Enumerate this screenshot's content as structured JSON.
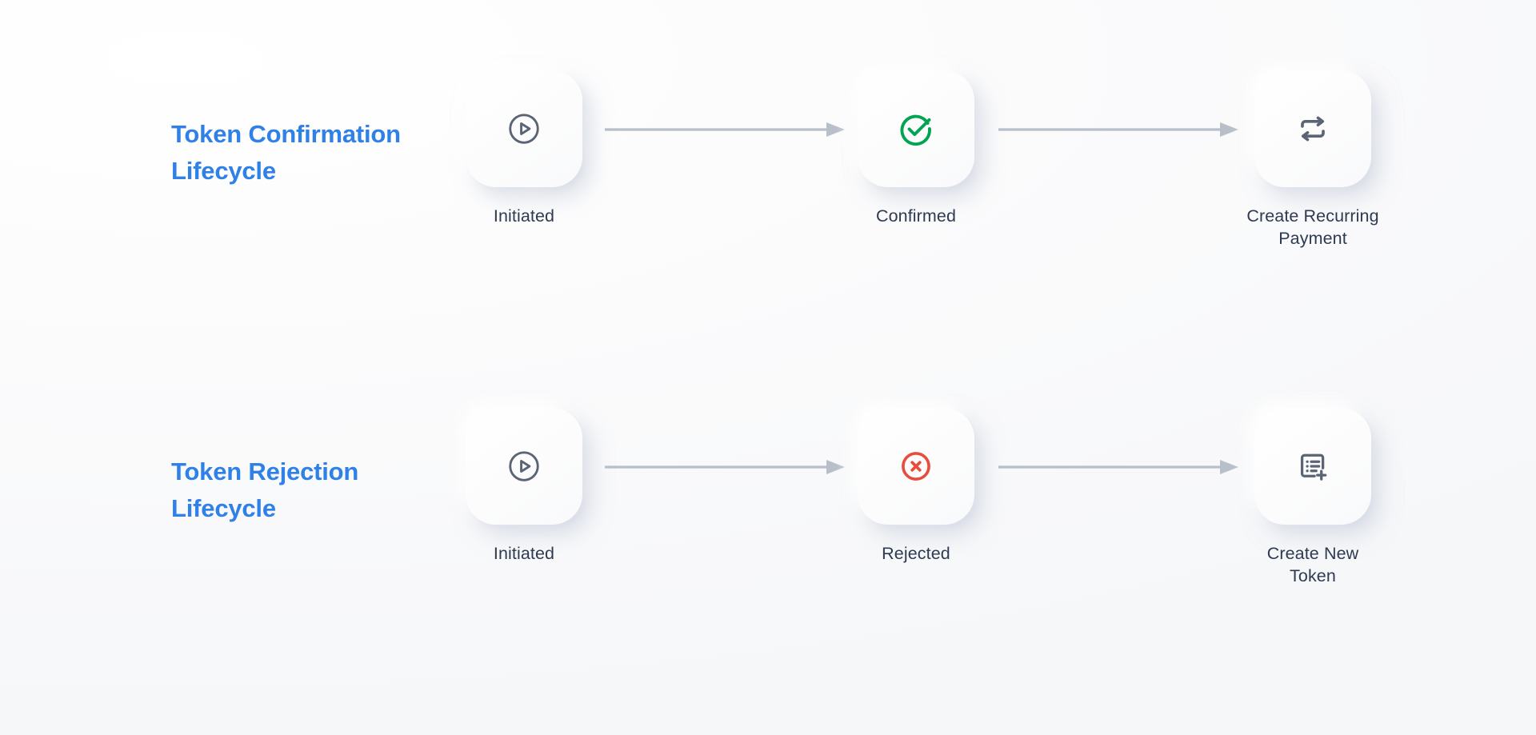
{
  "canvas": {
    "background_color": "#f8f9fa",
    "title_color": "#2f80e7",
    "label_color": "#2e3a50",
    "arrow_color": "#b8bfc9",
    "card_color": "#ffffff"
  },
  "flows": [
    {
      "id": "token-confirmation-lifecycle",
      "title": "Token\nConfirmation\nLifecycle",
      "stages": [
        {
          "icon": "play-circle-icon",
          "icon_color": "#5a6475",
          "label": "Initiated"
        },
        {
          "icon": "check-circle-icon",
          "icon_color": "#00a452",
          "label": "Confirmed"
        },
        {
          "icon": "repeat-icon",
          "icon_color": "#5a6475",
          "label": "Create Recurring\nPayment"
        }
      ],
      "arrows": [
        {
          "from": "Initiated",
          "to": "Confirmed"
        },
        {
          "from": "Confirmed",
          "to": "Create Recurring Payment"
        }
      ]
    },
    {
      "id": "token-rejection-lifecycle",
      "title": "Token\nRejection\nLifecycle",
      "stages": [
        {
          "icon": "play-circle-icon",
          "icon_color": "#5a6475",
          "label": "Initiated"
        },
        {
          "icon": "x-circle-icon",
          "icon_color": "#ea4c3c",
          "label": "Rejected"
        },
        {
          "icon": "list-plus-icon",
          "icon_color": "#5a6475",
          "label": "Create New\nToken"
        }
      ],
      "arrows": [
        {
          "from": "Initiated",
          "to": "Rejected"
        },
        {
          "from": "Rejected",
          "to": "Create New Token"
        }
      ]
    }
  ]
}
